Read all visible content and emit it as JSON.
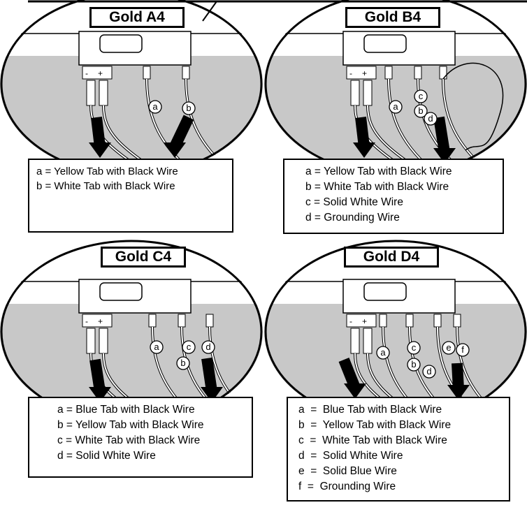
{
  "panels": [
    {
      "title": "Gold A4",
      "callouts": [
        "a",
        "b"
      ],
      "legend": [
        "a = Yellow Tab with Black Wire",
        "b = White Tab with Black Wire"
      ]
    },
    {
      "title": "Gold B4",
      "callouts": [
        "a",
        "b",
        "c",
        "d"
      ],
      "legend": [
        "a = Yellow Tab with Black Wire",
        "b = White Tab with Black Wire",
        "c = Solid White Wire",
        "d = Grounding Wire"
      ]
    },
    {
      "title": "Gold C4",
      "callouts": [
        "a",
        "b",
        "c",
        "d"
      ],
      "legend": [
        "a = Blue Tab with Black Wire",
        "b = Yellow Tab with Black Wire",
        "c = White Tab with Black Wire",
        "d = Solid White Wire"
      ]
    },
    {
      "title": "Gold D4",
      "callouts": [
        "a",
        "b",
        "c",
        "d",
        "e",
        "f"
      ],
      "legend": [
        "a  =  Blue Tab with Black Wire",
        "b  =  Yellow Tab with Black Wire",
        "c  =  White Tab with Black Wire",
        "d  =  Solid White Wire",
        "e  =  Solid Blue Wire",
        "f  =  Grounding Wire"
      ]
    }
  ],
  "polarity": {
    "minus": "-",
    "plus": "+"
  },
  "colors": {
    "line": "#000000",
    "fill_gray": "#c8c8c8",
    "background": "#ffffff"
  }
}
